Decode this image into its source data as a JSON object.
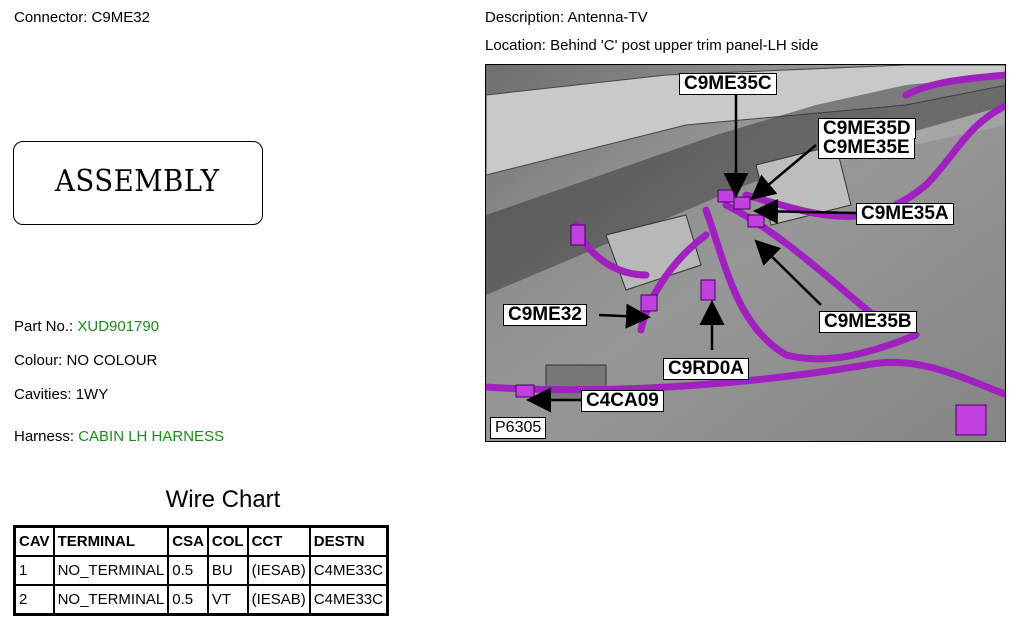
{
  "connector": {
    "label": "Connector:",
    "value": "C9ME32"
  },
  "description": {
    "label": "Description:",
    "value": "Antenna-TV"
  },
  "location": {
    "label": "Location:",
    "value": "Behind 'C' post upper trim panel-LH side"
  },
  "assembly_label": "ASSEMBLY",
  "part_no": {
    "label": "Part No.:",
    "value": "XUD901790"
  },
  "colour": {
    "label": "Colour:",
    "value": "NO COLOUR"
  },
  "cavities": {
    "label": "Cavities:",
    "value": "1WY"
  },
  "harness": {
    "label": "Harness:",
    "value": "CABIN LH HARNESS"
  },
  "wire_chart": {
    "title": "Wire Chart",
    "headers": [
      "CAV",
      "TERMINAL",
      "CSA",
      "COL",
      "CCT",
      "DESTN"
    ],
    "rows": [
      [
        "1",
        "NO_TERMINAL",
        "0.5",
        "BU",
        "(IESAB)",
        "C4ME33C"
      ],
      [
        "2",
        "NO_TERMINAL",
        "0.5",
        "VT",
        "(IESAB)",
        "C4ME33C"
      ]
    ]
  },
  "figure": {
    "id": "P6305",
    "callouts": [
      "C9ME35C",
      "C9ME35D",
      "C9ME35E",
      "C9ME35A",
      "C9ME32",
      "C9ME35B",
      "C9RD0A",
      "C4CA09"
    ]
  },
  "colors": {
    "value_green": "#1a8a1a",
    "harness_purple": "#a020c0"
  }
}
